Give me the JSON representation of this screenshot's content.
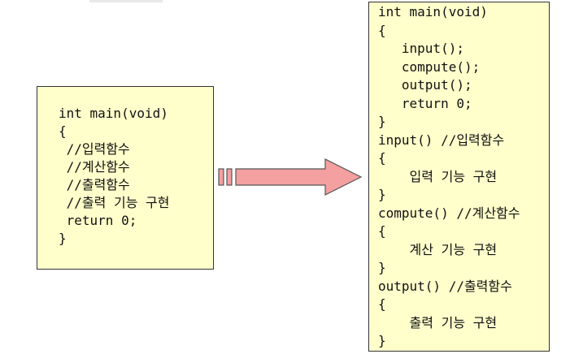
{
  "left_code": [
    "int main(void)",
    "{",
    " //입력함수",
    " //계산함수",
    " //출력함수",
    " //출력 기능 구현",
    " return 0;",
    "}"
  ],
  "right_code": [
    "int main(void)",
    "{",
    "   input();",
    "   compute();",
    "   output();",
    "   return 0;",
    "}",
    "input() //입력함수",
    "{",
    "    입력 기능 구현",
    "}",
    "compute() //계산함수",
    "{",
    "    계산 기능 구현",
    "}",
    "output() //출력함수",
    "{",
    "    출력 기능 구현",
    "}"
  ],
  "colors": {
    "box_fill": "#ffffcc",
    "box_border": "#333333",
    "arrow_fill": "#f4a0a0",
    "arrow_stroke": "#555555"
  },
  "icons": {
    "arrow": "right-arrow-icon"
  }
}
